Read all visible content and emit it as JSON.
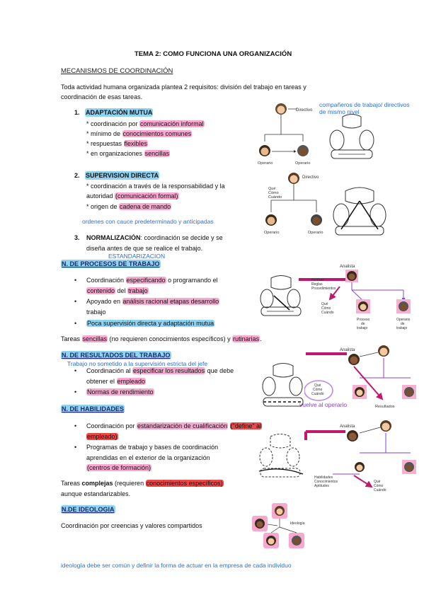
{
  "title": "TEMA 2: COMO FUNCIONA UNA ORGANIZACIÓN",
  "section1": {
    "heading": "MECANISMOS DE COORDINACIÓN",
    "intro_l1": "Toda actividad humana organizada plantea 2 requisitos: división del trabajo en tareas y",
    "intro_l2": "coordinación de esas tareas."
  },
  "adaptacion": {
    "num": "1.",
    "label": "ADAPTACIÓN MUTUA",
    "b1_pre": "* coordinación por ",
    "b1_hl": "comunicación informal",
    "b2_pre": "* mínimo de ",
    "b2_hl": "conocimientos comunes",
    "b3_pre": "* respuestas ",
    "b3_hl": "flexibles",
    "b4_pre": "* en organizaciones ",
    "b4_hl": "sencillas",
    "note": "compañeros de trabajo/ directivos\nde mismo nivel"
  },
  "supervision": {
    "num": "2.",
    "label": "SUPERVISION DIRECTA",
    "b1_l1": "* coordinación a través de la responsabilidad y la",
    "b1_pre": "autoridad ",
    "b1_hl": "(comunicación formal)",
    "b2_pre": "* origen de ",
    "b2_hl": "cadena de mando",
    "note": "ordenes con cauce predeterminado y anticipadas"
  },
  "normalizacion": {
    "num": "3.",
    "label": "NORMALIZACIÓN",
    "text_l1": ": coordinación se decide y se",
    "text_l2": "diseña antes de que se realice el trabajo.",
    "note": "ESTANDARIZACION"
  },
  "procesos": {
    "heading": "N. DE PROCESOS DE TRABAJO",
    "b1_pre": "Coordinación ",
    "b1_hl1": "especificando",
    "b1_mid": " o programando el",
    "b1_hl2": "contenido",
    "b1_post": " del ",
    "b1_hl3": "trabajo",
    "b2_pre": "Apoyado en ",
    "b2_hl": "análisis racional etapas desarrollo",
    "b2_l2": "trabajo",
    "b3_hl": "Poca supervisión directa y adaptación mutua",
    "tareas_pre": "Tareas ",
    "tareas_hl1": "sencillas",
    "tareas_mid": " (no requieren conocimientos específicos) y ",
    "tareas_hl2": "rutinarias",
    "tareas_post": "."
  },
  "resultados": {
    "heading": "N. DE RESULTADOS DEL TRABAJO",
    "note": "Trabajo no sometido a la supervisión estricta del jefe",
    "b1_pre": "Coordinación al ",
    "b1_hl": "especificar los resultados",
    "b1_post": " que debe",
    "b1_l2_pre": "obtener el ",
    "b1_l2_hl": "empleado",
    "b2_hl": "Normas de rendimiento",
    "fig_note": "vuelve al operario"
  },
  "habilidades": {
    "heading": "N. DE HABILIDADES",
    "b1_pre": "Coordinación por ",
    "b1_hl": "estandarización de cualificación",
    "b1_hl2": "(\"define\" al",
    "b1_l2_hl": "empleado)",
    "b2_l1": "Programas de trabajo y bases de coordinación",
    "b2_l2": "aprendidas en el exterior de la organización",
    "b2_l3_hl": "(centros de formación)",
    "tareas_pre": "Tareas ",
    "tareas_bold": "complejas",
    "tareas_mid": " (requieren ",
    "tareas_hl": "conocimientos específicos)",
    "tareas_l2": "aunque estandarizables."
  },
  "ideologia": {
    "heading": "N.DE IDEOLOGIA",
    "text": "Coordinación por creencias y valores compartidos",
    "note": "ideología debe ser común y definir la forma de actuar en la empresa de cada individuo"
  },
  "bullet": "•",
  "fig": {
    "directivo": "Directivo",
    "directivo2": "Directivo",
    "operario": "Operario",
    "operario2": "Operario",
    "como_cuando": "Qué\nCómo\nCuándo",
    "analista": "Analista",
    "normas": "Normas\nReglas\nProcedimientos",
    "que_como": "Qué\nCómo\nCuándo",
    "proceso": "Proceso\nde\ntrabajo",
    "operario_tr": "Operario\nde\ntrabajo",
    "resultados": "Resultados",
    "habilidades_fig": "Habilidades\nConocimientos\nAptitudes",
    "ideologia_fig": "Ideología"
  },
  "colors": {
    "pink": "#f7a8cf",
    "red": "#e84a4a",
    "blue": "#8fd3f0",
    "note_blue": "#2b6fd6",
    "heading": "#1a2a6c",
    "arrow": "#c0186a",
    "purple": "#8a3fd6"
  }
}
